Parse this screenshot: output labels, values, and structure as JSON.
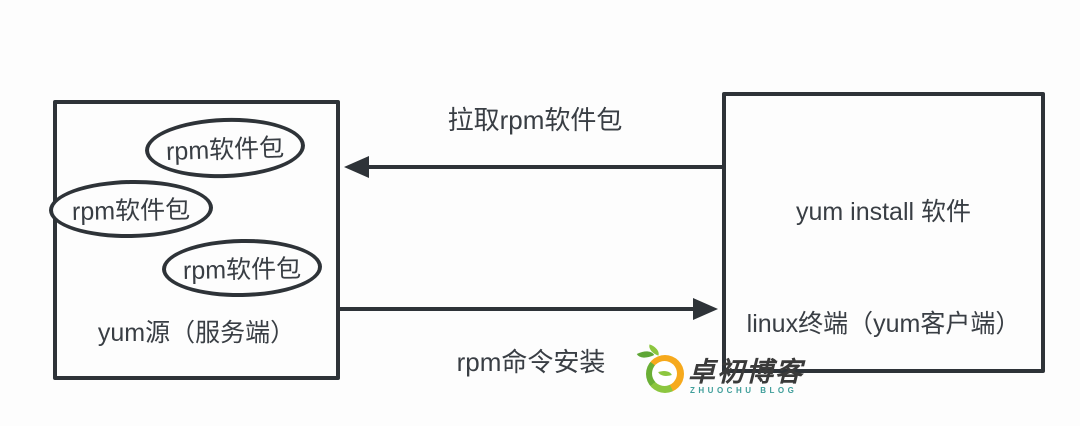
{
  "diagram": {
    "server": {
      "packages": [
        "rpm软件包",
        "rpm软件包",
        "rpm软件包"
      ],
      "label": "yum源（服务端）"
    },
    "client": {
      "command": "yum install 软件",
      "label": "linux终端（yum客户端）"
    },
    "arrow_pull": {
      "label": "拉取rpm软件包",
      "direction": "right-to-left"
    },
    "arrow_install": {
      "label": "rpm命令安装",
      "direction": "left-to-right"
    }
  },
  "watermark": {
    "name": "卓初博客",
    "subtitle": "ZHUOCHU BLOG"
  },
  "colors": {
    "line": "#2e3338",
    "text": "#393e44",
    "background": "#fdfdfd",
    "logo_orange": "#f6a91c",
    "logo_green": "#8cc63f",
    "logo_subtitle_teal": "#3f9e9a"
  }
}
